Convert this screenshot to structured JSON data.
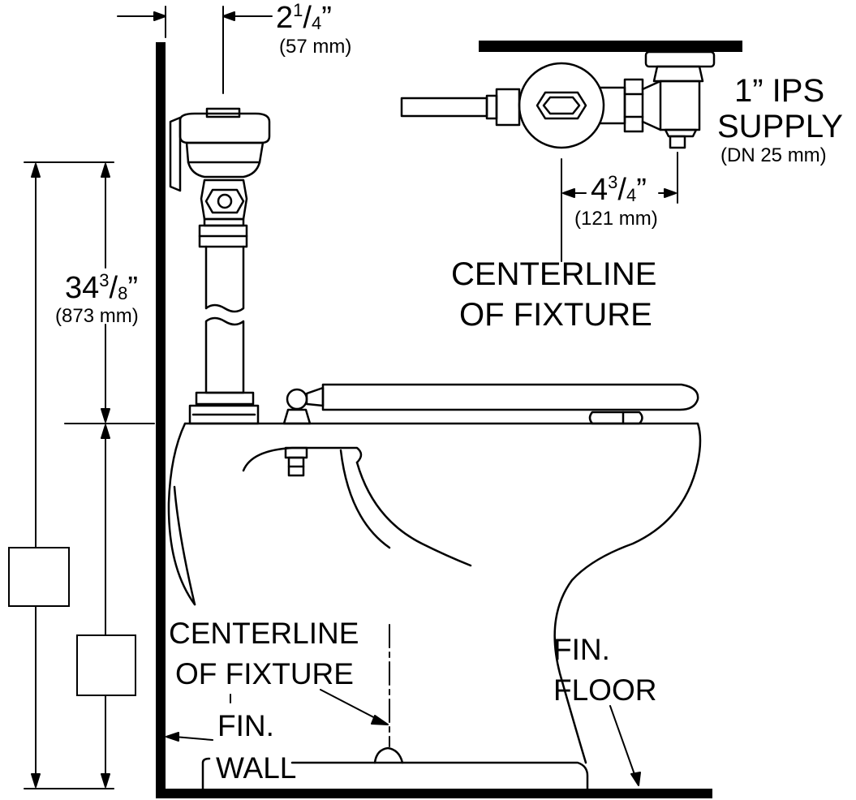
{
  "labels": {
    "top_dim_whole": "2",
    "top_dim_num": "1",
    "top_dim_den": "4",
    "top_dim_quote": "”",
    "top_dim_mm": "(57 mm)",
    "height_dim_whole": "34",
    "height_dim_num": "3",
    "height_dim_den": "8",
    "height_dim_quote": "”",
    "height_dim_mm": "(873 mm)",
    "supply_line1": "1” IPS",
    "supply_line2": "SUPPLY",
    "supply_mm": "(DN 25 mm)",
    "offset_dim_whole": "4",
    "offset_dim_num": "3",
    "offset_dim_den": "4",
    "offset_dim_quote": "”",
    "offset_dim_mm": "(121 mm)",
    "centerline_top_1": "CENTERLINE",
    "centerline_top_2": "OF FIXTURE",
    "centerline_bottom_1": "CENTERLINE",
    "centerline_bottom_2": "OF FIXTURE",
    "wall_1": "FIN.",
    "wall_2": "WALL",
    "floor_1": "FIN.",
    "floor_2": "FLOOR"
  },
  "colors": {
    "line": "#000000",
    "background": "#ffffff"
  }
}
